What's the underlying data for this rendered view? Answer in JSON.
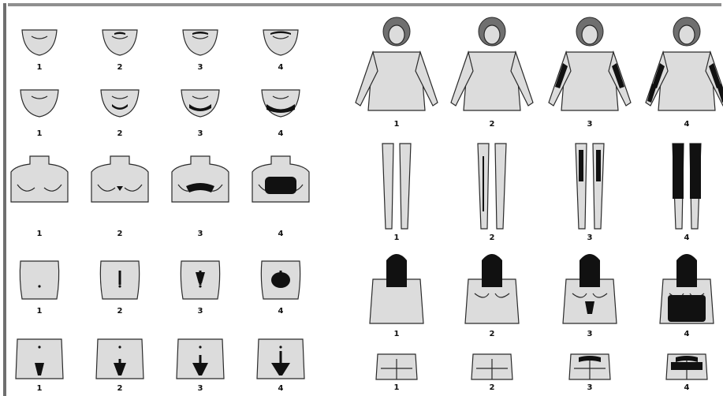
{
  "score_labels": [
    "1",
    "2",
    "3",
    "4"
  ],
  "colors": {
    "skin": "#dcdcdc",
    "outline": "#2a2a2a",
    "hair": "#6f6f6f",
    "shade": "#111111",
    "rule": "#8f8f8f"
  },
  "panels": {
    "left": {
      "rows": [
        {
          "name": "upper-lip",
          "labels": [
            "1",
            "2",
            "3",
            "4"
          ]
        },
        {
          "name": "chin",
          "labels": [
            "1",
            "2",
            "3",
            "4"
          ]
        },
        {
          "name": "chest",
          "labels": [
            "1",
            "2",
            "3",
            "4"
          ]
        },
        {
          "name": "upper-abdomen",
          "labels": [
            "1",
            "2",
            "3",
            "4"
          ]
        },
        {
          "name": "lower-abdomen",
          "labels": [
            "1",
            "2",
            "3",
            "4"
          ]
        }
      ]
    },
    "right": {
      "rows": [
        {
          "name": "arm",
          "labels": [
            "1",
            "2",
            "3",
            "4"
          ]
        },
        {
          "name": "thigh",
          "labels": [
            "1",
            "2",
            "3",
            "4"
          ]
        },
        {
          "name": "back",
          "labels": [
            "1",
            "2",
            "3",
            "4"
          ]
        },
        {
          "name": "buttocks",
          "labels": [
            "1",
            "2",
            "3",
            "4"
          ]
        }
      ]
    }
  }
}
